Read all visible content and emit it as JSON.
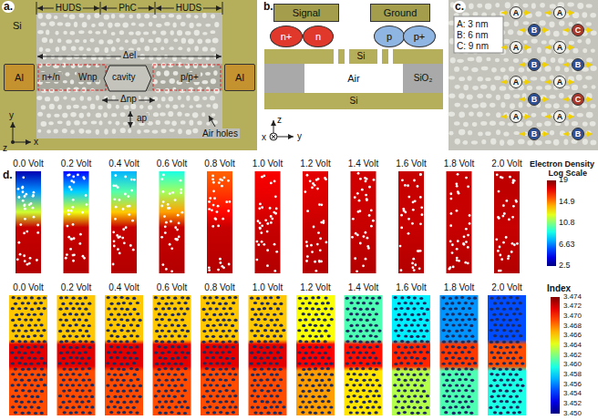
{
  "diagram": {
    "nodes": [
      {
        "text": [
          "Al"
        ]
      },
      {
        "text": [
          "Al"
        ]
      },
      {
        "text": [
          "Signal"
        ]
      },
      {
        "text": [
          "Ground"
        ]
      },
      {
        "text": [
          "n+"
        ]
      },
      {
        "text": [
          "n"
        ]
      },
      {
        "text": [
          "p"
        ]
      },
      {
        "text": [
          "p+"
        ]
      },
      {
        "text": [
          "A"
        ]
      },
      {
        "text": [
          "B"
        ]
      },
      {
        "text": [
          "A"
        ]
      },
      {
        "text": [
          "B"
        ]
      },
      {
        "text": [
          "A"
        ]
      },
      {
        "text": [
          "B"
        ]
      },
      {
        "text": [
          "A"
        ]
      },
      {
        "text": [
          "B"
        ]
      },
      {
        "text": [
          "A"
        ]
      },
      {
        "text": [
          "C"
        ]
      },
      {
        "text": [
          "A"
        ]
      },
      {
        "text": [
          "B"
        ]
      },
      {
        "text": [
          "A"
        ]
      },
      {
        "text": [
          "C"
        ]
      },
      {
        "text": [
          "A"
        ]
      },
      {
        "text": [
          "B"
        ]
      }
    ],
    "labels": [
      "a.",
      "Si",
      "HUDS",
      "PhC",
      "HUDS",
      "Δel",
      "n+/n",
      "Wnp",
      "cavity",
      "p/p+",
      "Δnp",
      "ap",
      "y",
      "x",
      "z",
      "Air holes",
      "b.",
      "Si",
      "Air",
      "SiO₂",
      "Si",
      "z",
      "y",
      "x",
      "c.",
      "A: 3 nm",
      "B: 6 nm",
      "C: 9 nm",
      "d.",
      "0.0 Volt",
      "0.2 Volt",
      "0.4 Volt",
      "0.6 Volt",
      "0.8 Volt",
      "1.0 Volt",
      "1.2 Volt",
      "1.4 Volt",
      "1.6 Volt",
      "1.8 Volt",
      "2.0 Volt",
      "0.0 Volt",
      "0.2 Volt",
      "0.4 Volt",
      "0.6 Volt",
      "0.8 Volt",
      "1.0 Volt",
      "1.2 Volt",
      "1.4 Volt",
      "1.6 Volt",
      "1.8 Volt",
      "2.0 Volt",
      "Electron Density",
      "Log Scale",
      "19",
      "14.9",
      "10.8",
      "6.63",
      "2.5",
      "Index",
      "3.474",
      "3.472",
      "3.470",
      "3.468",
      "3.466",
      "3.464",
      "3.462",
      "3.460",
      "3.458",
      "3.456",
      "3.454",
      "3.452",
      "3.450"
    ]
  }
}
